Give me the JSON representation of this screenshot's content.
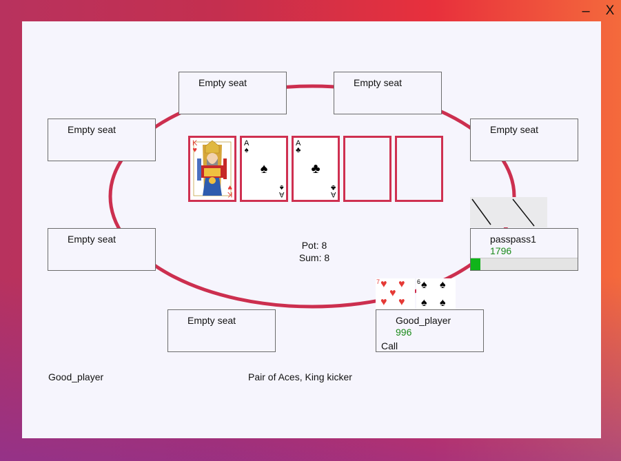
{
  "window": {
    "minimize_label": "–",
    "close_label": "X"
  },
  "colors": {
    "table_ring": "#cc2f4f",
    "card_border": "#cf3050",
    "chips": "#1a8a1a",
    "timer": "#10b41a"
  },
  "seats": [
    {
      "label": "Empty seat"
    },
    {
      "label": "Empty seat"
    },
    {
      "label": "Empty seat"
    },
    {
      "label": "Empty seat"
    },
    {
      "label": "Empty seat"
    },
    {
      "label": "Empty seat"
    }
  ],
  "opponent": {
    "name": "passpass1",
    "chips": "1796",
    "timer_fraction": 0.09
  },
  "hero": {
    "name": "Good_player",
    "chips": "996",
    "action": "Call",
    "hole_cards": [
      {
        "rank": "7",
        "suit": "hearts"
      },
      {
        "rank": "6",
        "suit": "spades"
      }
    ]
  },
  "board": [
    {
      "rank": "K",
      "suit": "hearts",
      "symbol": "♥"
    },
    {
      "rank": "A",
      "suit": "spades",
      "symbol": "♠"
    },
    {
      "rank": "A",
      "suit": "clubs",
      "symbol": "♣"
    },
    null,
    null
  ],
  "pot": {
    "pot_line": "Pot: 8",
    "sum_line": "Sum: 8"
  },
  "footer": {
    "player_name": "Good_player",
    "hand_description": "Pair of Aces, King kicker"
  }
}
